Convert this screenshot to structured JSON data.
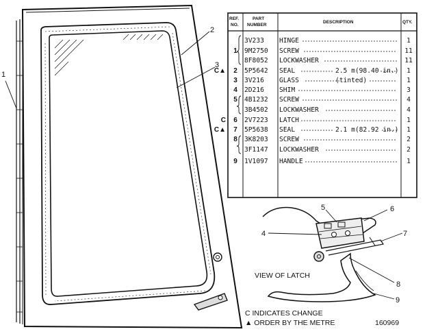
{
  "table": {
    "headers": {
      "ref_line1": "REF.",
      "ref_line2": "NO.",
      "part_line1": "PART",
      "part_line2": "NUMBER",
      "description": "DESCRIPTION",
      "qty": "QTY."
    },
    "rows": [
      {
        "ref": "",
        "mark": "",
        "part": "3V233",
        "desc": "HINGE",
        "qty": "1"
      },
      {
        "ref": "1",
        "mark": "",
        "part": "9M2750",
        "desc": "SCREW",
        "qty": "11"
      },
      {
        "ref": "",
        "mark": "",
        "part": "8F8052",
        "desc": "LOCKWASHER",
        "qty": "11"
      },
      {
        "ref": "2",
        "mark": "C▲",
        "part": "5P5642",
        "desc": "SEAL",
        "detail": "2.5 m(98.40 in.)",
        "qty": "1"
      },
      {
        "ref": "3",
        "mark": "",
        "part": "3V216",
        "desc": "GLASS",
        "detail": "(tinted)",
        "qty": "1"
      },
      {
        "ref": "4",
        "mark": "",
        "part": "2D216",
        "desc": "SHIM",
        "qty": "3"
      },
      {
        "ref": "5",
        "mark": "",
        "part": "4B1232",
        "desc": "SCREW",
        "qty": "4"
      },
      {
        "ref": "",
        "mark": "",
        "part": "3B4502",
        "desc": "LOCKWASHER",
        "qty": "4"
      },
      {
        "ref": "6",
        "mark": "C",
        "part": "2V7223",
        "desc": "LATCH",
        "qty": "1"
      },
      {
        "ref": "7",
        "mark": "C▲",
        "part": "5P5638",
        "desc": "SEAL",
        "detail": "2.1 m(82.92 in.)",
        "qty": "1"
      },
      {
        "ref": "8",
        "mark": "",
        "part": "3K8203",
        "desc": "SCREW",
        "qty": "2"
      },
      {
        "ref": "",
        "mark": "",
        "part": "3F1147",
        "desc": "LOCKWASHER",
        "qty": "2"
      },
      {
        "ref": "9",
        "mark": "",
        "part": "1V1097",
        "desc": "HANDLE",
        "qty": "1"
      }
    ]
  },
  "callouts": {
    "c1": "1",
    "c2": "2",
    "c3": "3",
    "c4": "4",
    "c5": "5",
    "c6": "6",
    "c7": "7",
    "c8": "8",
    "c9": "9"
  },
  "latch_caption": "VIEW OF LATCH",
  "notes": {
    "change": "C INDICATES CHANGE",
    "metre": "▲ ORDER BY THE METRE"
  },
  "figure_number": "160969"
}
